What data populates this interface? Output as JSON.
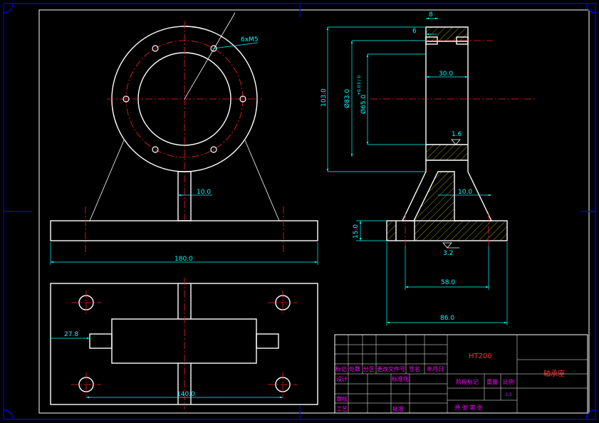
{
  "drawing": {
    "dims": {
      "thread_callout": "6xM5",
      "rib_thickness_front": "10.0",
      "base_length": "180.0",
      "top_width": "8",
      "hole_offset": "6",
      "hub_width": "30.0",
      "overall_height": "103.0",
      "outer_diameter": "Ø83.0",
      "bore_diameter": "Ø65.0",
      "bore_tolerance": "+0.03 / 0",
      "roughness_bore": "1.6",
      "rib_thickness_side": "10.0",
      "base_height": "15.0",
      "roughness_base": "3.2",
      "inner_span": "58.0",
      "base_width": "86.0",
      "edge_offset": "27.8",
      "hole_spacing": "140.0"
    }
  },
  "title_block": {
    "material": "HT200",
    "part_name": "轴承座",
    "scale": "1:1",
    "headers": [
      "标记",
      "处数",
      "分区",
      "更改文件号",
      "签名",
      "年月日"
    ],
    "design": "设计",
    "standardize": "标准化",
    "stage_mark": "阶段标记",
    "weight": "重量",
    "ratio": "比例",
    "check": "审核",
    "process": "工艺",
    "approve": "批准",
    "sheet_info": "共    张 第    张"
  },
  "colors": {
    "background": "#000000",
    "outline": "#ffffff",
    "centerline": "#ff2020",
    "dimension": "#00ffff",
    "frame": "#0000ff",
    "title_text": "#ff00ff"
  }
}
